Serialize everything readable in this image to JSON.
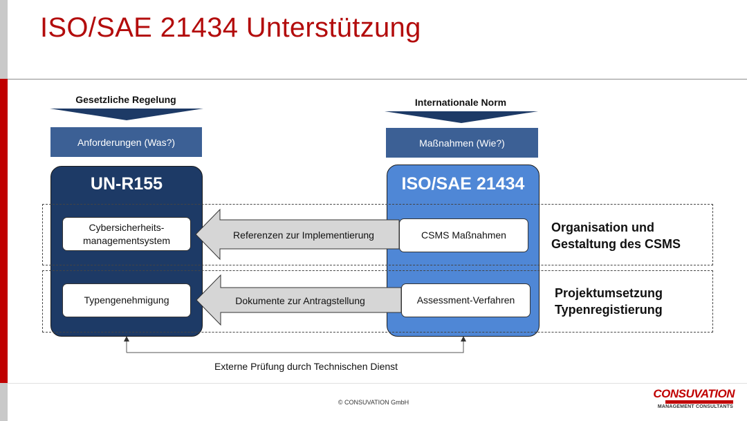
{
  "title": "ISO/SAE 21434 Unterstützung",
  "left_header": "Gesetzliche Regelung",
  "right_header": "Internationale Norm",
  "left_sub": "Anforderungen (Was?)",
  "right_sub": "Maßnahmen (Wie?)",
  "left_block": {
    "title": "UN-R155",
    "items": [
      "Cybersicherheits-\nmanagementsystem",
      "Typengenehmigung"
    ]
  },
  "right_block": {
    "title": "ISO/SAE 21434",
    "items": [
      "CSMS Maßnahmen",
      "Assessment-Verfahren"
    ]
  },
  "arrows": [
    "Referenzen zur Implementierung",
    "Dokumente zur Antragstellung"
  ],
  "row_labels": [
    {
      "line1": "Organisation und",
      "line2": "Gestaltung des CSMS"
    },
    {
      "line1": "Projektumsetzung",
      "line2": "Typenregistierung"
    }
  ],
  "bottom_label": "Externe Prüfung durch Technischen Dienst",
  "footer": {
    "copyright": "© CONSUVATION GmbH",
    "logo_name": "CONSUVATION",
    "logo_sub": "MANAGEMENT CONSULTANTS"
  },
  "colors": {
    "title": "#b30c0c",
    "accent_red": "#c00000",
    "navy": "#1d3a66",
    "blue": "#4f87d6",
    "sub_box": "#3c6095"
  }
}
